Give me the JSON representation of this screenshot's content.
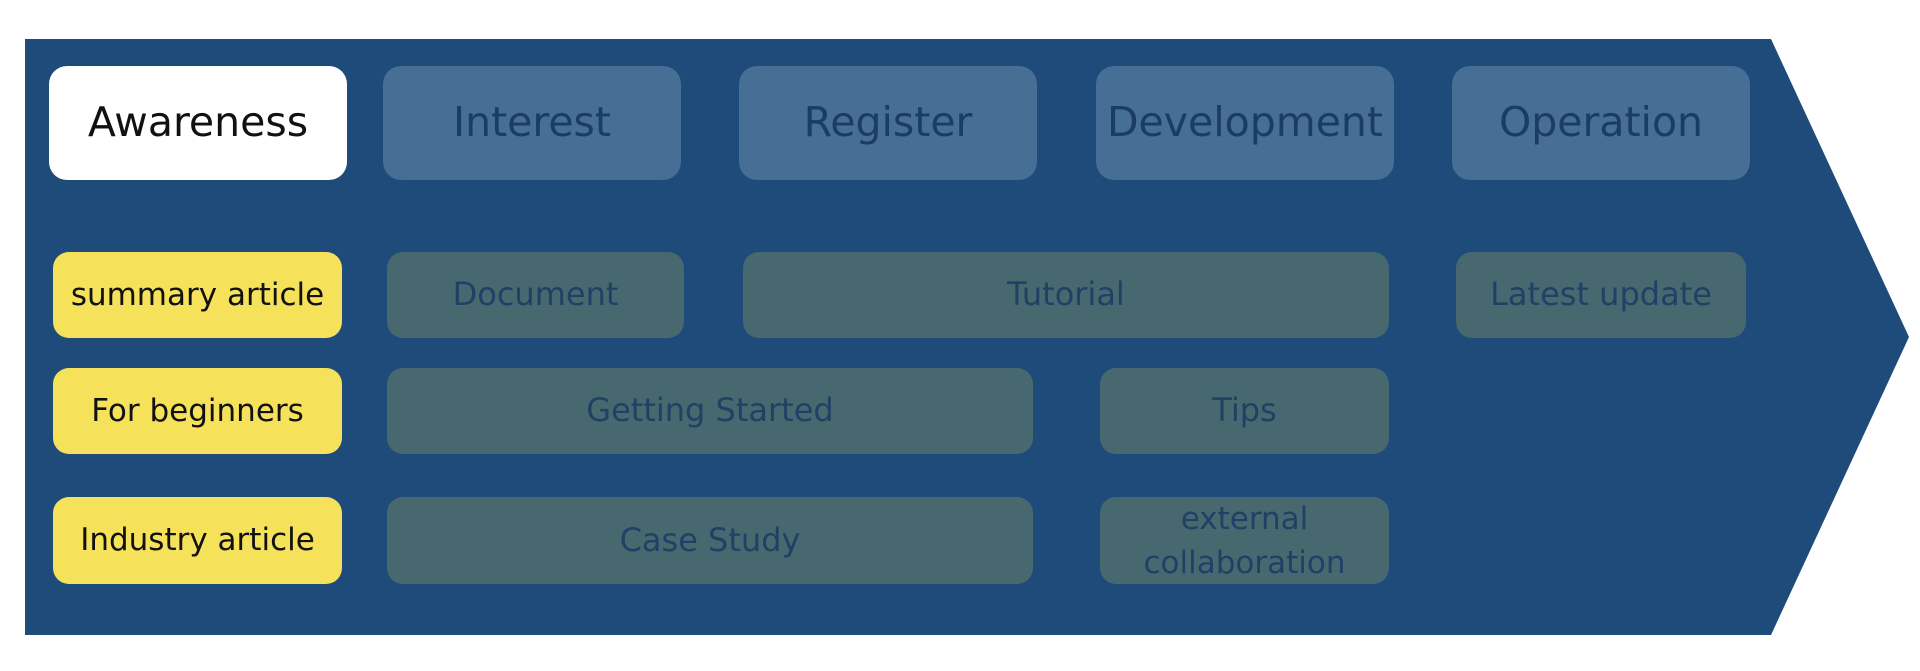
{
  "colors": {
    "arrow_background": "#1f4b7b",
    "stage_active_background": "#ffffff",
    "stage_inactive_background": "#476e94",
    "stage_inactive_text": "#1b3d64",
    "content_background": "#48686f",
    "content_text": "#1f4166",
    "label_background": "#f5e15a",
    "label_text": "#111111"
  },
  "stages": [
    {
      "label": "Awareness",
      "active": true
    },
    {
      "label": "Interest",
      "active": false
    },
    {
      "label": "Register",
      "active": false
    },
    {
      "label": "Development",
      "active": false
    },
    {
      "label": "Operation",
      "active": false
    }
  ],
  "rows": [
    {
      "label": "summary article",
      "items": [
        {
          "label": "Document",
          "stages": [
            "Interest"
          ]
        },
        {
          "label": "Tutorial",
          "stages": [
            "Register",
            "Development"
          ]
        },
        {
          "label": "Latest update",
          "stages": [
            "Operation"
          ]
        }
      ]
    },
    {
      "label": "For beginners",
      "items": [
        {
          "label": "Getting Started",
          "stages": [
            "Interest",
            "Register"
          ]
        },
        {
          "label": "Tips",
          "stages": [
            "Development"
          ]
        }
      ]
    },
    {
      "label": "Industry article",
      "items": [
        {
          "label": "Case Study",
          "stages": [
            "Interest",
            "Register"
          ]
        },
        {
          "label": "external collaboration",
          "stages": [
            "Development"
          ]
        }
      ]
    }
  ]
}
